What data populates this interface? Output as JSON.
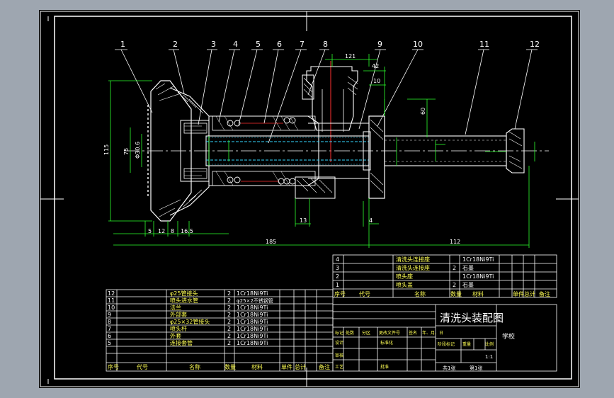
{
  "colors": {
    "background": "#000000",
    "frame": "#ffffff",
    "leader": "#ffffff",
    "dimension": "#2cff2c",
    "outline": "#ffffff",
    "center": "#ff3030",
    "hatch": "#ffffff",
    "hidden": "#35d8ff",
    "table": "#ffffff"
  },
  "drawing": {
    "balloons": [
      "1",
      "2",
      "3",
      "4",
      "5",
      "6",
      "7",
      "8",
      "9",
      "10",
      "11",
      "12"
    ],
    "dimensions": {
      "d121": "121",
      "d42": "42",
      "d10": "10",
      "d60": "60",
      "d115": "115",
      "d75": "75",
      "d30_6": "Φ30.6",
      "d5": "5",
      "d12": "12",
      "d8": "8",
      "d16_5": "16.5",
      "d13": "13",
      "d4": "4",
      "d185": "185",
      "d112": "112"
    }
  },
  "title_block": {
    "title": "清洗头装配图",
    "school": "学校",
    "scale": "1:1",
    "sheet_count": "共1张",
    "sheet_no": "第1张"
  },
  "bom_right": [
    {
      "no": "4",
      "name": "清洗头连接座",
      "qty": "",
      "material": "1Cr18Ni9Ti"
    },
    {
      "no": "3",
      "name": "清洗头连接座",
      "qty": "2",
      "material": "石墨"
    },
    {
      "no": "2",
      "name": "喷头座",
      "qty": "",
      "material": "1Cr18Ni9Ti"
    },
    {
      "no": "1",
      "name": "喷头盖",
      "qty": "2",
      "material": "石墨"
    }
  ],
  "bom_left": [
    {
      "no": "12",
      "name": "φ25管接头",
      "qty": "2",
      "material": "1Cr18Ni9Ti"
    },
    {
      "no": "11",
      "name": "喷头进水管",
      "qty": "2",
      "material": "φ25×2不锈钢管"
    },
    {
      "no": "10",
      "name": "法兰",
      "qty": "2",
      "material": "1Cr18Ni9Ti"
    },
    {
      "no": "9",
      "name": "外部套",
      "qty": "2",
      "material": "1Cr18Ni9Ti"
    },
    {
      "no": "8",
      "name": "φ25×32管接头",
      "qty": "2",
      "material": "1Cr18Ni9Ti"
    },
    {
      "no": "7",
      "name": "喷头杆",
      "qty": "2",
      "material": "1Cr18Ni9Ti"
    },
    {
      "no": "6",
      "name": "外套",
      "qty": "2",
      "material": "1Cr18Ni9Ti"
    },
    {
      "no": "5",
      "name": "连接套管",
      "qty": "2",
      "material": "1Cr18Ni9Ti"
    }
  ],
  "bom_headers": {
    "no": "序号",
    "code": "代号",
    "name": "名称",
    "qty": "数量",
    "material": "材料",
    "unit_weight": "单件",
    "total_weight": "总计",
    "remark": "备注"
  },
  "signature_rows": {
    "revisions": "标记",
    "zone": "处数",
    "partition": "分区",
    "change_doc": "更改文件号",
    "sign": "签名",
    "date": "年、月、日",
    "designer": "设计",
    "standardized": "标准化",
    "reviewer": "审核",
    "process": "工艺",
    "approve": "批准",
    "stage": "阶段标记",
    "weight": "重量",
    "scale_label": "比例"
  }
}
